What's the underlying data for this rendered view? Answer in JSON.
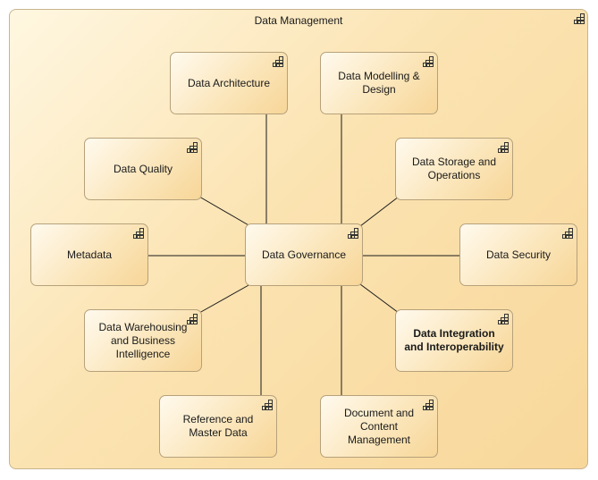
{
  "title": "Data Management",
  "nodes": {
    "architecture": "Data Architecture",
    "modelling": "Data Modelling & Design",
    "quality": "Data Quality",
    "storage": "Data Storage and Operations",
    "metadata": "Metadata",
    "governance": "Data Governance",
    "security": "Data Security",
    "warehousing": "Data Warehousing and Business Intelligence",
    "integration": "Data Integration and Interoperability",
    "reference": "Reference and Master Data",
    "document": "Document and Content Management"
  }
}
